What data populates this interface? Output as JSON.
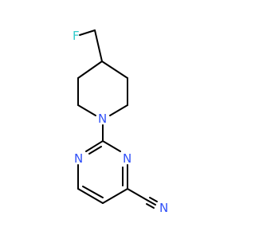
{
  "molecule": {
    "atoms": {
      "fluorine": {
        "symbol": "F",
        "color": "#33CCCC"
      },
      "piperidine_nitrogen": {
        "symbol": "N",
        "color": "#3050F8"
      },
      "pyrimidine_nitrogen_left": {
        "symbol": "N",
        "color": "#3050F8"
      },
      "pyrimidine_nitrogen_right": {
        "symbol": "N",
        "color": "#3050F8"
      },
      "nitrile_nitrogen": {
        "symbol": "N",
        "color": "#3050F8"
      }
    },
    "bond_color": "#000000"
  }
}
